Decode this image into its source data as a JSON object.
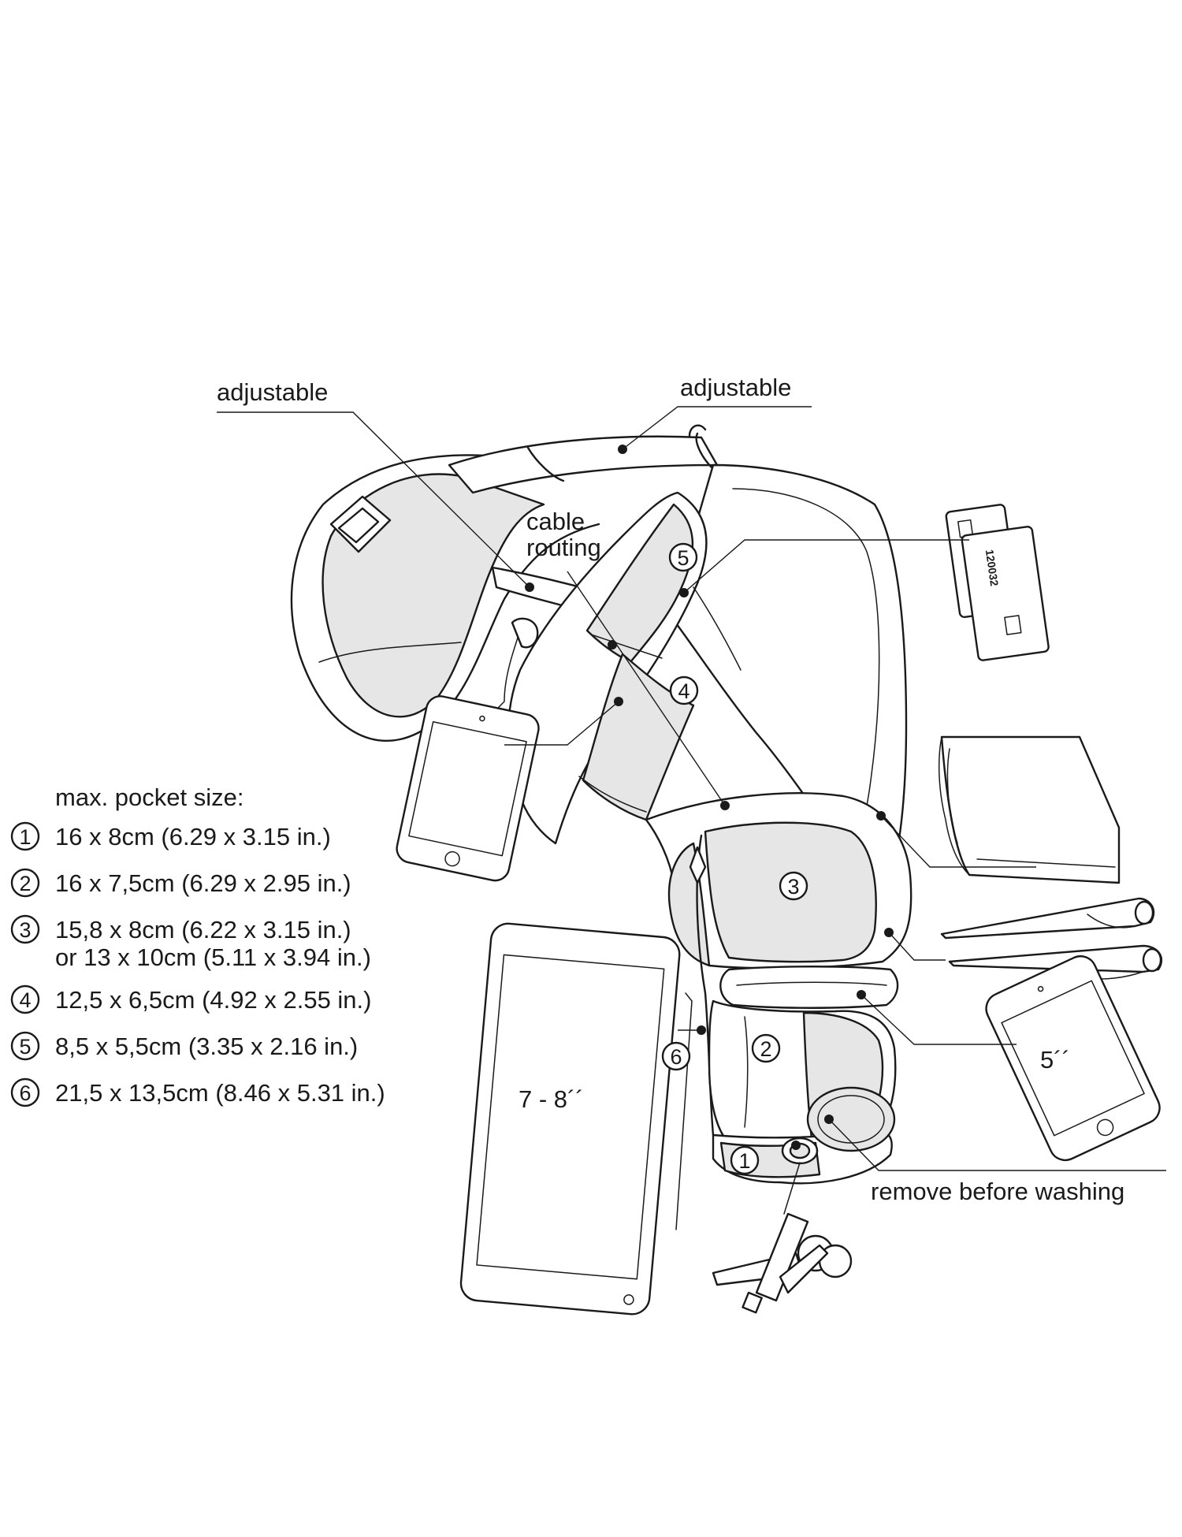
{
  "labels": {
    "adjustable_left": "adjustable",
    "adjustable_right": "adjustable",
    "cable_routing_1": "cable",
    "cable_routing_2": "routing",
    "remove_before_washing": "remove before washing",
    "tablet_size": "7 - 8´´",
    "phone_size": "5´´",
    "card_number": "120032"
  },
  "pocket_sizes": {
    "heading": "max. pocket size:",
    "items": [
      {
        "number": "1",
        "text": "16 x 8cm (6.29 x 3.15 in.)"
      },
      {
        "number": "2",
        "text": "16 x 7,5cm (6.29 x 2.95 in.)"
      },
      {
        "number": "3",
        "text": "15,8 x 8cm (6.22 x 3.15 in.)",
        "text2": "or 13 x 10cm (5.11 x 3.94 in.)"
      },
      {
        "number": "4",
        "text": "12,5 x 6,5cm (4.92 x 2.55 in.)"
      },
      {
        "number": "5",
        "text": "8,5 x 5,5cm (3.35 x 2.16 in.)"
      },
      {
        "number": "6",
        "text": "21,5 x 13,5cm (8.46 x 5.31 in.)"
      }
    ]
  },
  "pocket_markers": {
    "p1": "1",
    "p2": "2",
    "p3": "3",
    "p4": "4",
    "p5": "5",
    "p6": "6"
  },
  "colors": {
    "ink": "#1a1a1a",
    "shade": "#e6e6e6",
    "background": "#ffffff"
  }
}
